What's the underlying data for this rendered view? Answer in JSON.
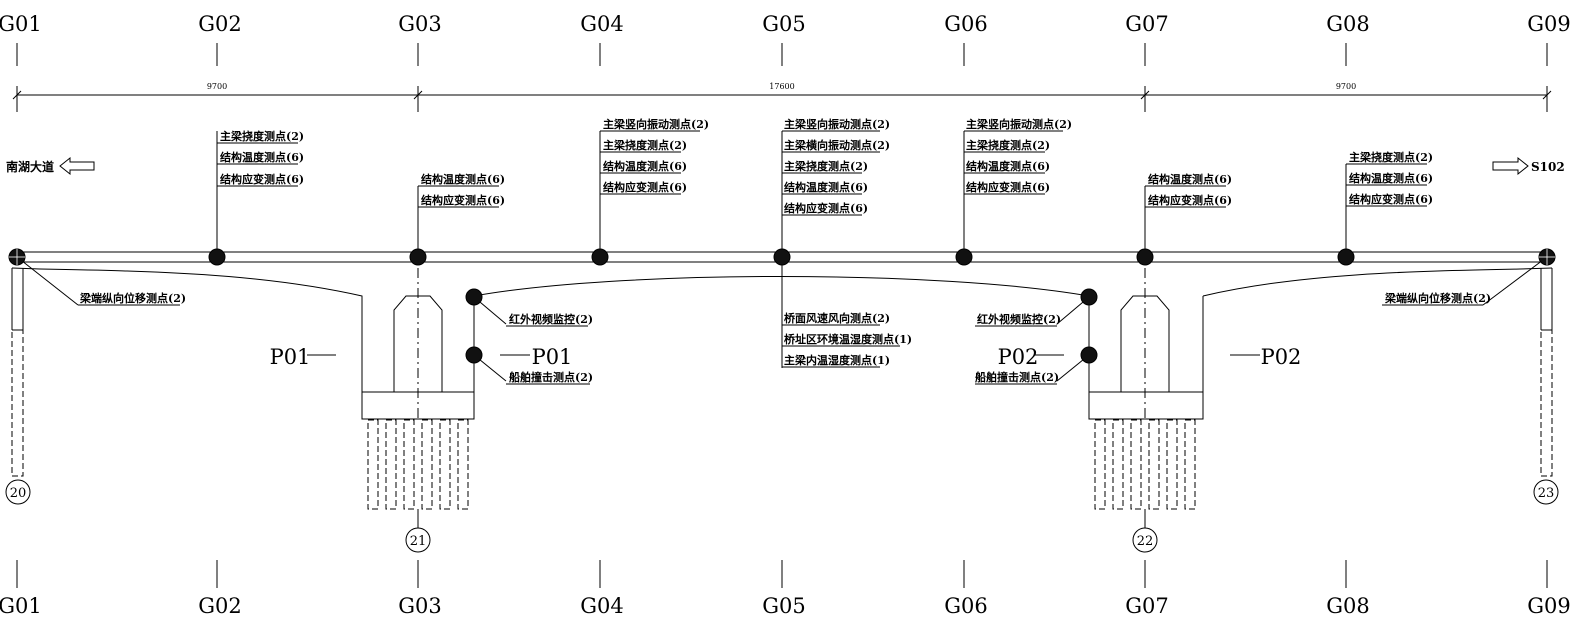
{
  "sections": [
    "G01",
    "G02",
    "G03",
    "G04",
    "G05",
    "G06",
    "G07",
    "G08",
    "G09"
  ],
  "spans": [
    "9700",
    "17600",
    "9700"
  ],
  "directions": {
    "left": "南湖大道",
    "right": "S102"
  },
  "piers": {
    "p01": "P01",
    "p02": "P02"
  },
  "pile_marks": [
    "20",
    "21",
    "22",
    "23"
  ],
  "sensor_groups": {
    "g02": [
      "主梁挠度测点(2)",
      "结构温度测点(6)",
      "结构应变测点(6)"
    ],
    "g03": [
      "结构温度测点(6)",
      "结构应变测点(6)"
    ],
    "g04": [
      "主梁竖向振动测点(2)",
      "主梁挠度测点(2)",
      "结构温度测点(6)",
      "结构应变测点(6)"
    ],
    "g05": [
      "主梁竖向振动测点(2)",
      "主梁横向振动测点(2)",
      "主梁挠度测点(2)",
      "结构温度测点(6)",
      "结构应变测点(6)"
    ],
    "g06": [
      "主梁竖向振动测点(2)",
      "主梁挠度测点(2)",
      "结构温度测点(6)",
      "结构应变测点(6)"
    ],
    "g07": [
      "结构温度测点(6)",
      "结构应变测点(6)"
    ],
    "g08": [
      "主梁挠度测点(2)",
      "结构温度测点(6)",
      "结构应变测点(6)"
    ],
    "g05_below": [
      "桥面风速风向测点(2)",
      "桥址区环境温湿度测点(1)",
      "主梁内温湿度测点(1)"
    ]
  },
  "labels": {
    "beam_end_disp_left": "梁端纵向位移测点(2)",
    "beam_end_disp_right": "梁端纵向位移测点(2)",
    "infrared_left": "红外视频监控(2)",
    "infrared_right": "红外视频监控(2)",
    "ship_impact_left": "船舶撞击测点(2)",
    "ship_impact_right": "船舶撞击测点(2)"
  }
}
